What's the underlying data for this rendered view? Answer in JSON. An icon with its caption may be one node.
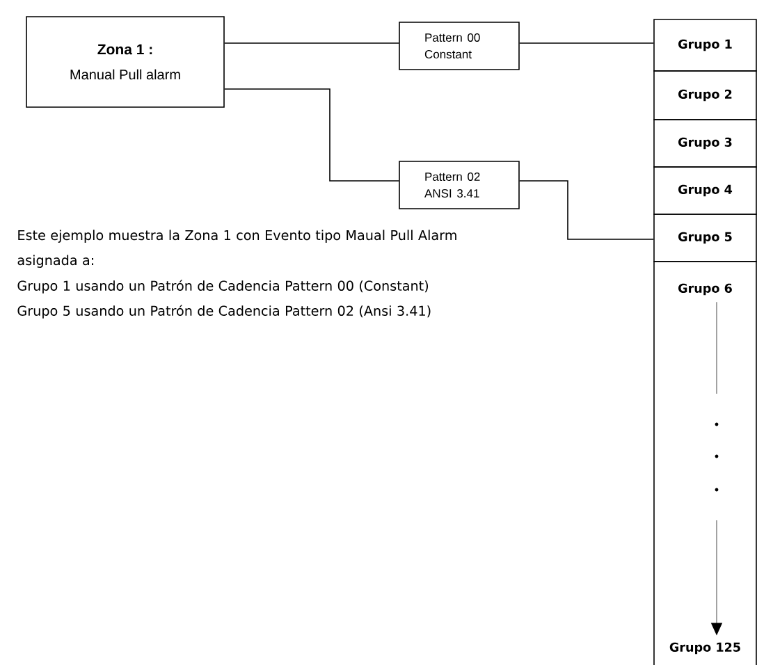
{
  "diagram": {
    "nodes": [
      {
        "text": [
          "Zona 1 :",
          "Manual Pull alarm"
        ]
      },
      {
        "text": [
          "Pattern 00 Constant"
        ]
      },
      {
        "text": [
          "Pattern 02 ANSI 3.41"
        ]
      },
      {
        "text": [
          "Grupo 1"
        ]
      },
      {
        "text": [
          "Grupo 2"
        ]
      },
      {
        "text": [
          "Grupo 3"
        ]
      },
      {
        "text": [
          "Grupo 4"
        ]
      },
      {
        "text": [
          "Grupo 5"
        ]
      },
      {
        "text": [],
        "shape": "box"
      },
      {
        "text": [
          "Grupo 6"
        ],
        "in": 8
      },
      {
        "text": [
          "Grupo 125"
        ],
        "in": 8
      }
    ],
    "edges": [
      {
        "from": 0,
        "to": 1,
        "arrow": "none"
      },
      {
        "from": 1,
        "to": 3,
        "arrow": "none"
      },
      {
        "from": 0,
        "to": 2,
        "arrow": "none"
      },
      {
        "from": 2,
        "to": 7,
        "arrow": "none"
      },
      {
        "from": 9,
        "to": 10,
        "arrow": "to",
        "color": "#8c8c8c"
      }
    ],
    "labels": [
      "Este ejemplo muestra la Zona 1 con Evento tipo Maual Pull Alarm asignada a:",
      "Grupo 1 usando un Patrón de Cadencia Pattern 00 (Constant)",
      "Grupo 5 usando un Patrón de Cadencia Pattern 02 (Ansi 3.41)"
    ]
  }
}
